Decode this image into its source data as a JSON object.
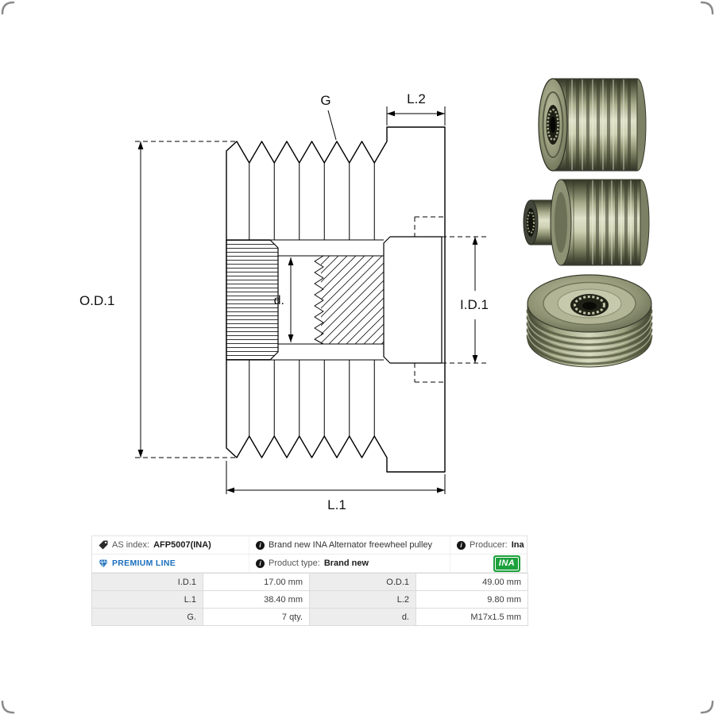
{
  "drawing": {
    "labels": {
      "od1": "O.D.1",
      "l2": "L.2",
      "g": "G",
      "d": "d.",
      "id1": "I.D.1",
      "l1": "L.1"
    }
  },
  "info": {
    "as_index": {
      "label": "AS index:",
      "value": "AFP5007(INA)"
    },
    "description": "Brand new INA Alternator freewheel pulley",
    "producer": {
      "label": "Producer:",
      "value": "Ina"
    },
    "premium_line": "PREMIUM LINE",
    "product_type": {
      "label": "Product type:",
      "value": "Brand new"
    },
    "brand_logo": "INA"
  },
  "specs": {
    "rows": [
      {
        "label_left": "I.D.1",
        "value_left": "17.00 mm",
        "label_right": "O.D.1",
        "value_right": "49.00 mm"
      },
      {
        "label_left": "L.1",
        "value_left": "38.40 mm",
        "label_right": "L.2",
        "value_right": "9.80 mm"
      },
      {
        "label_left": "G.",
        "value_left": "7 qty.",
        "label_right": "d.",
        "value_right": "M17x1.5 mm"
      }
    ]
  },
  "icons": {
    "info_glyph": "i"
  },
  "colors": {
    "premium_blue": "#1a6fbd",
    "logo_green": "#1da13c",
    "line_black": "#000000",
    "table_label_bg": "#ededed",
    "table_border": "#dcdcdc"
  }
}
